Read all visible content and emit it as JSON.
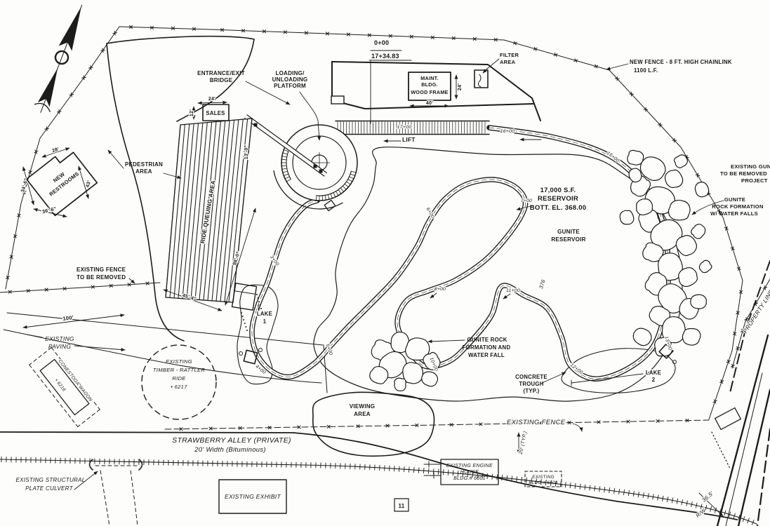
{
  "drawing": {
    "paper_color": "#fdfdfb",
    "ink_color": "#1c1c1c",
    "labels": {
      "station_equation": [
        "0+00",
        "17+34.83"
      ],
      "filter_area": [
        "FILTER",
        "AREA"
      ],
      "new_fence": [
        "NEW FENCE - 8 FT. HIGH CHAINLINK",
        "1100 L.F."
      ],
      "entrance_bridge": [
        "ENTRANCE/EXIT",
        "BRIDGE"
      ],
      "loading_platform": [
        "LOADING/",
        "UNLOADING",
        "PLATFORM"
      ],
      "maint_bldg": [
        "MAINT.",
        "BLDG.",
        "WOOD FRAME"
      ],
      "sales": "SALES",
      "pedestrian_area": [
        "PEDESTRIAN",
        "AREA"
      ],
      "new_restrooms": [
        "NEW",
        "RESTROOMS"
      ],
      "ride_queuing": "RIDE QUEUING AREA",
      "lift": "LIFT",
      "reservoir": [
        "17,000 S.F.",
        "RESERVOIR",
        "BOTT. EL. 368.00"
      ],
      "gunite_reservoir": [
        "GUNITE",
        "RESERVOIR"
      ],
      "existing_gunite_removed": [
        "EXISTING GUNITE",
        "TO BE REMOVED",
        "PROJECT"
      ],
      "gunite_rock_falls": [
        "GUNITE",
        "ROCK FORMATION",
        "W/ WATER FALLS"
      ],
      "existing_fence_removed": [
        "EXISTING FENCE",
        "TO BE REMOVED"
      ],
      "existing_paving": [
        "EXISTING",
        "PAVING"
      ],
      "conestoga_wagon": [
        "CONESTOGA WAGON",
        "• 6216"
      ],
      "timber_rattler": [
        "EXISTING",
        "TIMBER - RATTLER",
        "RIDE",
        "• 6217"
      ],
      "lake_1": [
        "LAKE",
        "1"
      ],
      "gunite_rock_waterfall": [
        "GUNITE ROCK",
        "FORMATION AND",
        "WATER FALL"
      ],
      "concrete_trough": [
        "CONCRETE",
        "TROUGH",
        "(TYP.)"
      ],
      "lake_2": [
        "LAKE",
        "2"
      ],
      "viewing_area": [
        "VIEWING",
        "AREA"
      ],
      "existing_fence": "EXISTING FENCE",
      "strawberry_alley": [
        "STRAWBERRY ALLEY   (PRIVATE)",
        "20' Width  (Bituminous)"
      ],
      "engine_house": [
        "EXISTING ENGINE",
        "HOUSE",
        "BLDG.# 6801"
      ],
      "bldg_6604": [
        "EXISTING",
        "BLDG.# 6604"
      ],
      "culvert": [
        "EXISTING STRUCTURAL",
        "PLATE CULVERT"
      ],
      "existing_exhibit": "EXISTING EXHIBIT",
      "property_line": "PROPERTY LINE",
      "sheet_number": "11",
      "contour_376": "376"
    },
    "dimensions": {
      "sales_width": "24'",
      "sales_depth": "12'",
      "station_side": "13'-0\"",
      "maint_width": "40'",
      "maint_depth": "24'",
      "restroom_top": "28'",
      "restroom_left": "34'-6\"",
      "restroom_right": "43'",
      "restroom_bottom": "36'-6\"",
      "queue_length": "98'-0\"",
      "queue_width": "45'-4\"",
      "paving_length": "100'",
      "road_width": "20' (TYP.)",
      "row_width": "36.5'",
      "row_label": "R/W"
    },
    "stations": {
      "s3": "3+00",
      "s4": "4+00",
      "s5": "5+00",
      "s6": "6+00",
      "s7": "7+00",
      "s8": "8+00",
      "s10": "10+00",
      "s11": "11+00",
      "s12": "12+00",
      "s13": "13+00",
      "s15": "15+00",
      "s16": "16+00",
      "s17": "17+00"
    }
  }
}
